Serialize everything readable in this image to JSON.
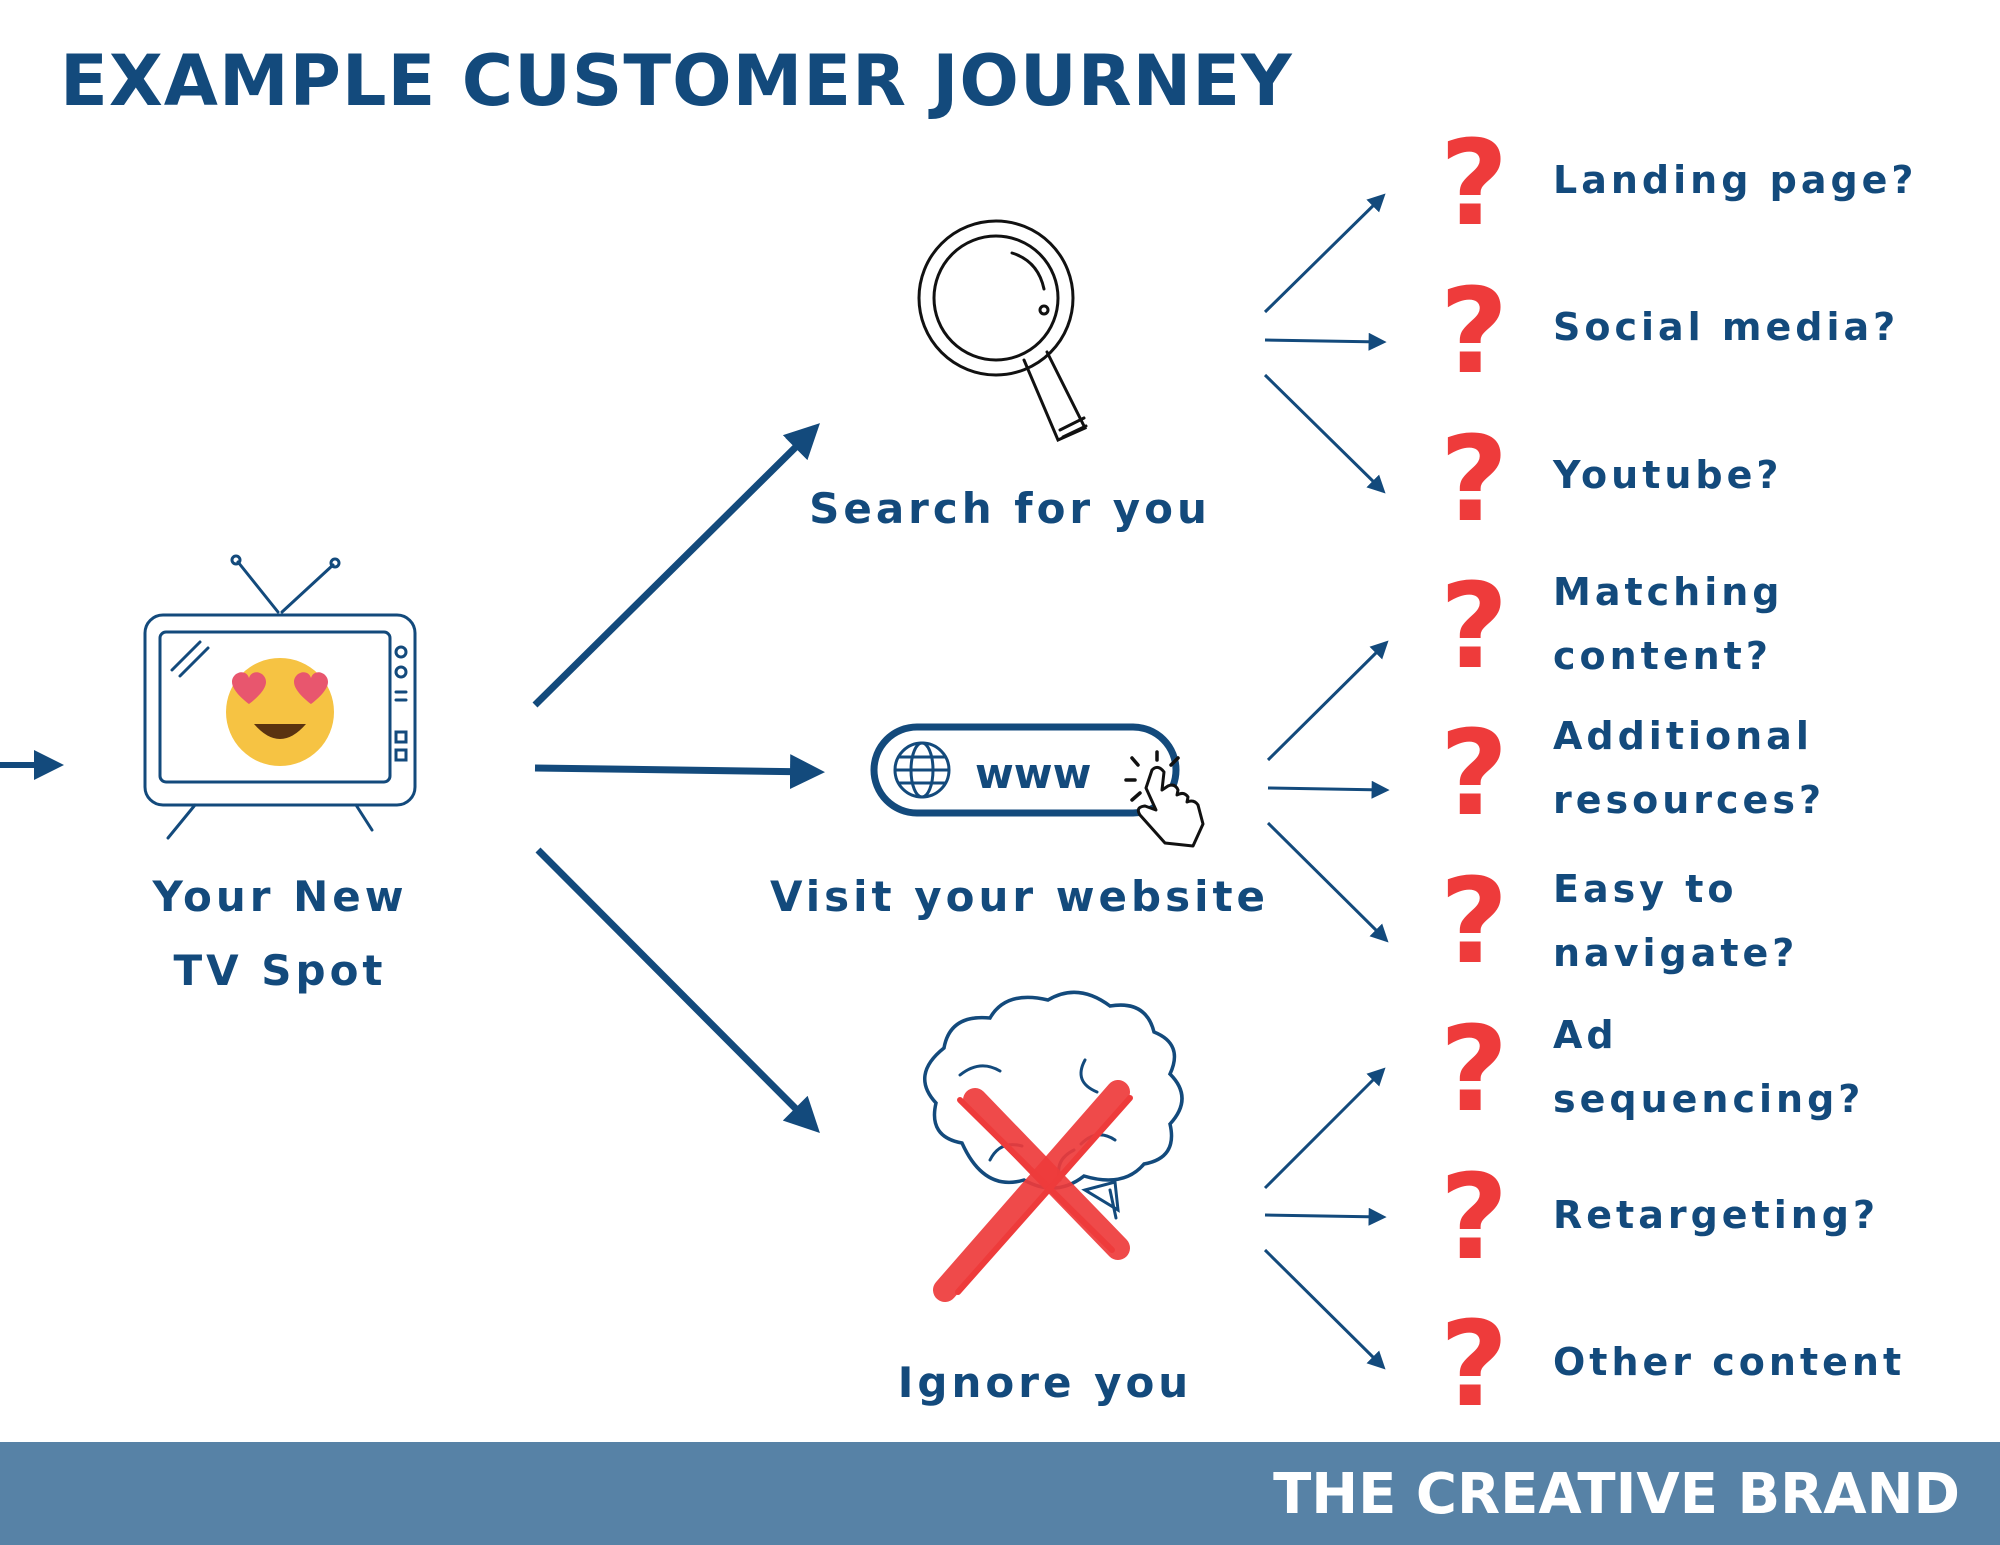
{
  "title": "EXAMPLE CUSTOMER JOURNEY",
  "colors": {
    "primary": "#134a7c",
    "question": "#ee3b3b",
    "footer_bg": "#5782a6",
    "footer_text": "#ffffff",
    "emoji_face": "#f6c343",
    "emoji_heart": "#e8566e"
  },
  "start_node": {
    "label_line1": "Your New",
    "label_line2": "TV Spot",
    "icon": "tv-heart-eyes-icon"
  },
  "branches": [
    {
      "label": "Search for you",
      "icon": "magnifying-glass-icon",
      "options": [
        {
          "line1": "Landing page?",
          "line2": ""
        },
        {
          "line1": "Social media?",
          "line2": ""
        },
        {
          "line1": "Youtube?",
          "line2": ""
        }
      ]
    },
    {
      "label": "Visit your website",
      "icon": "website-www-icon",
      "url_text": "www",
      "options": [
        {
          "line1": "Matching",
          "line2": "content?"
        },
        {
          "line1": "Additional",
          "line2": "resources?"
        },
        {
          "line1": "Easy to",
          "line2": "navigate?"
        }
      ]
    },
    {
      "label": "Ignore you",
      "icon": "crossed-out-brain-icon",
      "options": [
        {
          "line1": "Ad",
          "line2": "sequencing?"
        },
        {
          "line1": "Retargeting?",
          "line2": ""
        },
        {
          "line1": "Other content",
          "line2": ""
        }
      ]
    }
  ],
  "question_symbol": "?",
  "footer": {
    "brand": "THE CREATIVE BRAND"
  }
}
